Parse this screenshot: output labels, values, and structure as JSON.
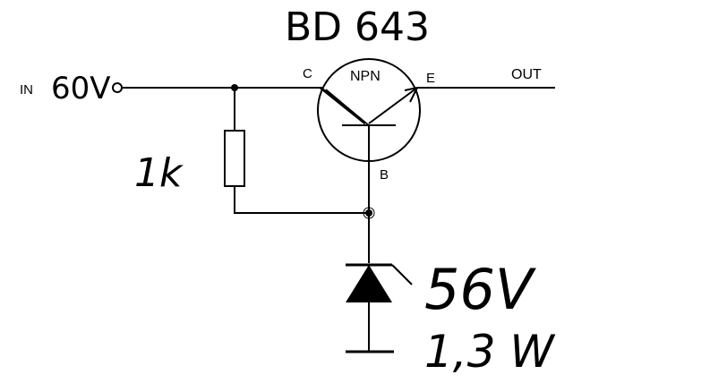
{
  "diagram": {
    "component_title": "BD 643",
    "input_label": "IN",
    "input_voltage": "60V",
    "output_label": "OUT",
    "transistor": {
      "type_label": "NPN",
      "collector_label": "C",
      "emitter_label": "E",
      "base_label": "B"
    },
    "resistor_value": "1k",
    "zener": {
      "voltage": "56V",
      "power": "1,3 W"
    }
  }
}
